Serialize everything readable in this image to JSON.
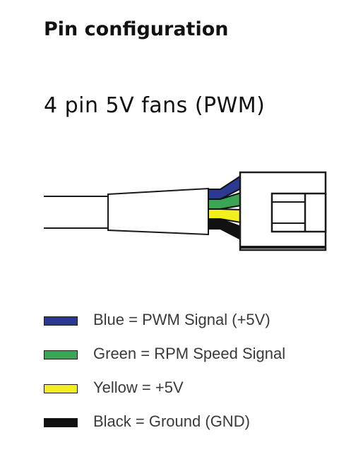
{
  "title": "Pin configuration",
  "subtitle": "4 pin 5V fans (PWM)",
  "wires": [
    {
      "name": "blue-wire",
      "color": "#2b3990"
    },
    {
      "name": "green-wire",
      "color": "#3aa655"
    },
    {
      "name": "yellow-wire",
      "color": "#f2ee1f"
    },
    {
      "name": "black-wire",
      "color": "#111111"
    }
  ],
  "legend": [
    {
      "label": "Blue = PWM Signal (+5V)",
      "color": "#2b3990"
    },
    {
      "label": "Green = RPM Speed Signal",
      "color": "#3aa655"
    },
    {
      "label": "Yellow = +5V",
      "color": "#f2ee1f"
    },
    {
      "label": "Black = Ground (GND)",
      "color": "#111111"
    }
  ]
}
